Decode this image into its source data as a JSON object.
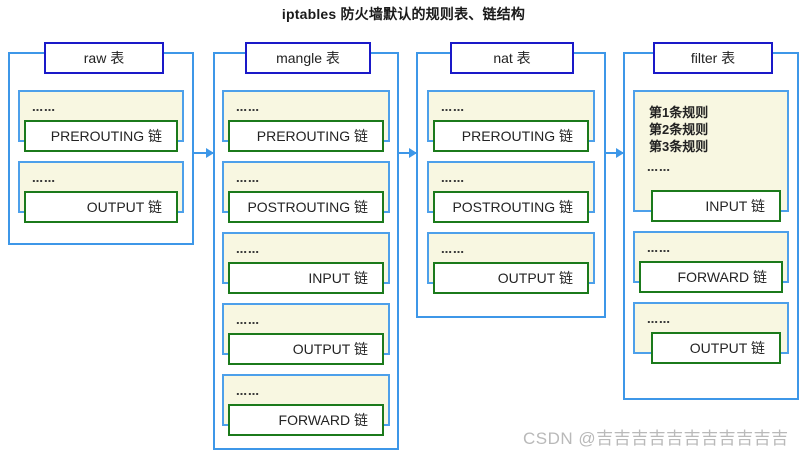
{
  "title": "iptables 防火墙默认的规则表、链结构",
  "watermark": "CSDN @吉吉吉吉吉吉吉吉吉吉吉",
  "colors": {
    "outer_border": "#3d97e8",
    "table_name_border": "#1a19c8",
    "card_border": "#4da0ea",
    "card_fill": "#f8f7e1",
    "chain_border": "#1b7a1b",
    "arrow": "#3d97e8",
    "watermark": "#b9b9b9"
  },
  "dots": "……",
  "tables": [
    {
      "id": "raw",
      "name": "raw 表",
      "chains": [
        {
          "label": "PREROUTING 链",
          "dots": "……",
          "rules": []
        },
        {
          "label": "OUTPUT 链",
          "dots": "……",
          "rules": []
        }
      ]
    },
    {
      "id": "mangle",
      "name": "mangle 表",
      "chains": [
        {
          "label": "PREROUTING 链",
          "dots": "……",
          "rules": []
        },
        {
          "label": "POSTROUTING 链",
          "dots": "……",
          "rules": []
        },
        {
          "label": "INPUT 链",
          "dots": "……",
          "rules": []
        },
        {
          "label": "OUTPUT 链",
          "dots": "……",
          "rules": []
        },
        {
          "label": "FORWARD 链",
          "dots": "……",
          "rules": []
        }
      ]
    },
    {
      "id": "nat",
      "name": "nat 表",
      "chains": [
        {
          "label": "PREROUTING 链",
          "dots": "……",
          "rules": []
        },
        {
          "label": "POSTROUTING 链",
          "dots": "……",
          "rules": []
        },
        {
          "label": "OUTPUT 链",
          "dots": "……",
          "rules": []
        }
      ]
    },
    {
      "id": "filter",
      "name": "filter 表",
      "chains": [
        {
          "label": "INPUT 链",
          "dots": "……",
          "rules": [
            "第1条规则",
            "第2条规则",
            "第3条规则"
          ]
        },
        {
          "label": "FORWARD 链",
          "dots": "……",
          "rules": []
        },
        {
          "label": "OUTPUT 链",
          "dots": "……",
          "rules": []
        }
      ]
    }
  ]
}
